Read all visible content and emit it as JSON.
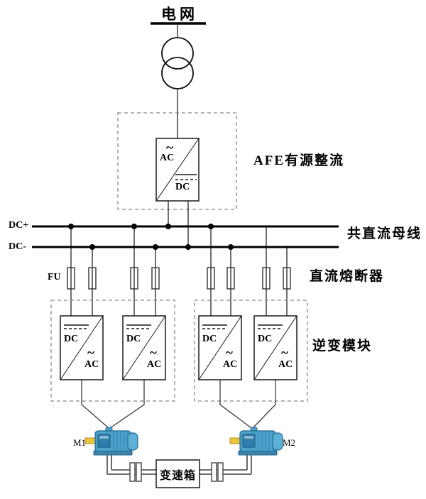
{
  "diagram": {
    "grid": {
      "label": "电网"
    },
    "afe": {
      "label": "AFE有源整流",
      "ac": "AC",
      "dc": "DC",
      "ac_symbol": "~"
    },
    "bus": {
      "label": "共直流母线",
      "dc_plus": "DC+",
      "dc_minus": "DC-"
    },
    "fuses": {
      "label": "直流熔断器",
      "tag": "FU"
    },
    "inverters": {
      "label": "逆变模块",
      "dc": "DC",
      "ac": "AC",
      "ac_symbol": "~"
    },
    "motors": {
      "m1": "M1",
      "m2": "M2"
    },
    "gearbox": {
      "label": "变速箱"
    },
    "colors": {
      "background": "#ffffff",
      "wire": "#333333",
      "bus_line": "#000000",
      "dashed_box": "#888888",
      "motor_body": "#4ba1c8",
      "motor_shaft_yellow": "#e9c63d",
      "shaft_gray": "#595959"
    }
  }
}
